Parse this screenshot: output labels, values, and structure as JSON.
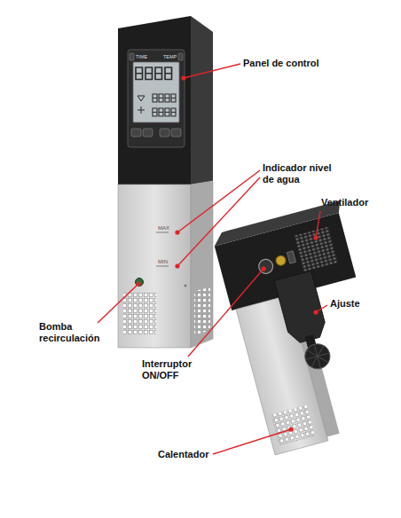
{
  "diagram": {
    "labels": [
      "Panel de control",
      "Indicador nivel de agua",
      "Ventilador",
      "Ajuste",
      "Bomba recirculación",
      "Interruptor ON/OFF",
      "Calentador",
      "MAX",
      "MIN",
      "TIME",
      "TEMP"
    ]
  }
}
